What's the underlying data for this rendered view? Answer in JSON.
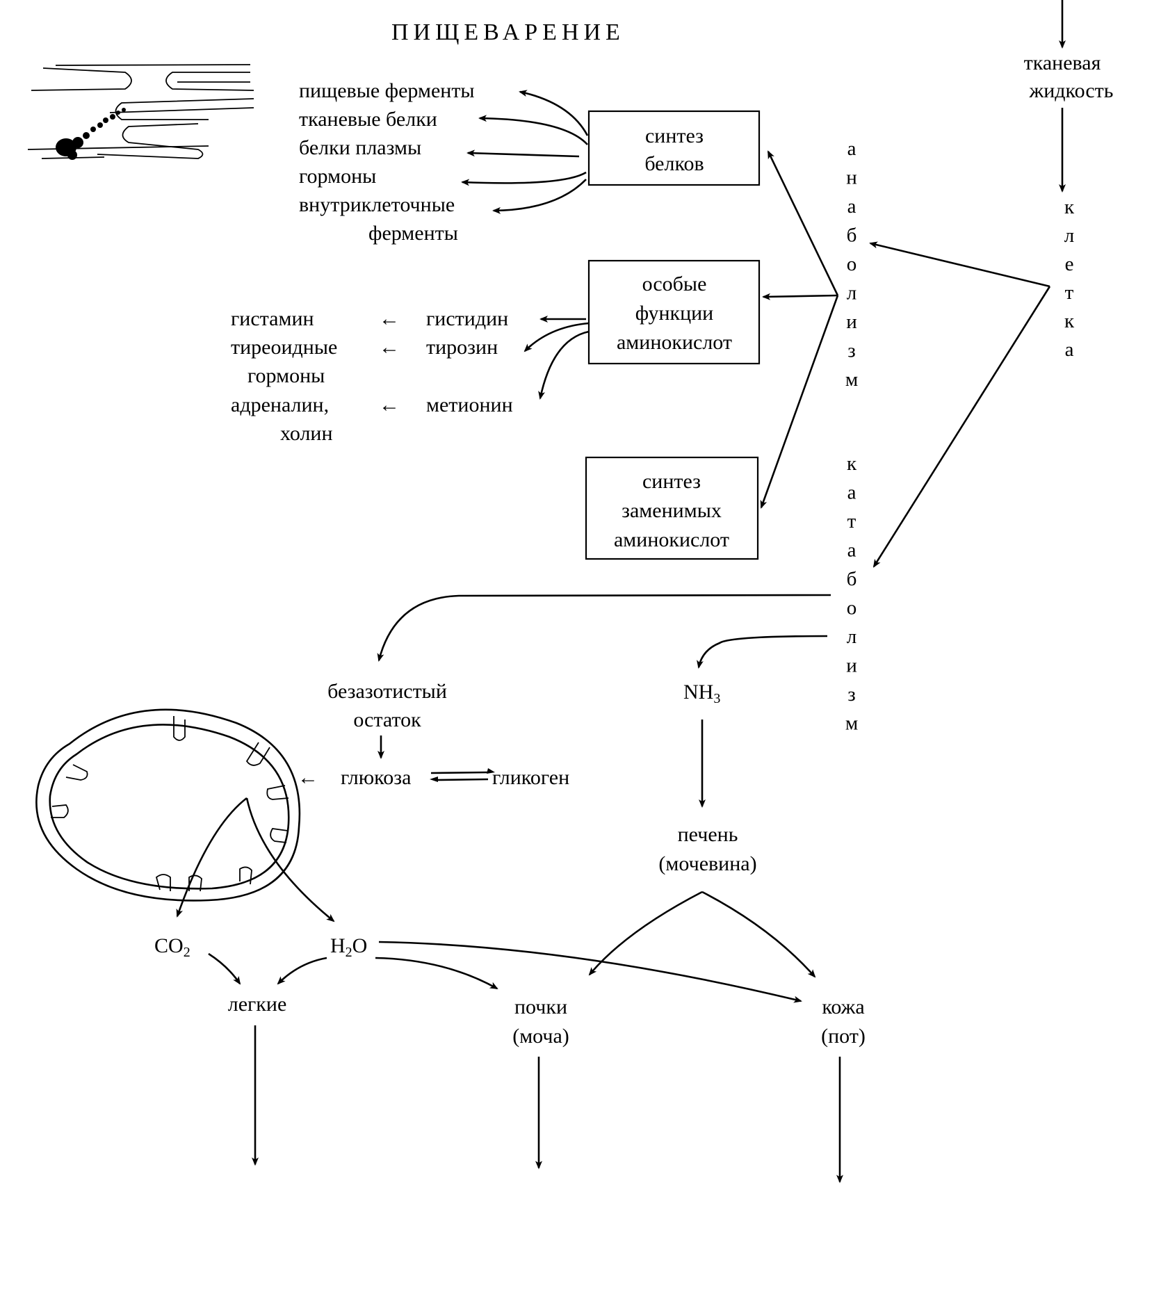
{
  "title": "ПИЩЕВАРЕНИЕ",
  "tissue_fluid": [
    "тканевая",
    "жидкость"
  ],
  "cell_vertical": "клетка",
  "anabolism_vertical": "анаболизм",
  "catabolism_vertical": "катаболизм",
  "boxes": {
    "protein_synthesis": [
      "синтез",
      "белков"
    ],
    "special_functions": [
      "особые",
      "функции",
      "аминокислот"
    ],
    "nonessential_synthesis": [
      "синтез",
      "заменимых",
      "аминокислот"
    ]
  },
  "protein_products": [
    "пищевые ферменты",
    "тканевые белки",
    "белки плазмы",
    "гормоны",
    "внутриклеточные",
    "ферменты"
  ],
  "amino_acids": [
    "гистидин",
    "тирозин",
    "метионин"
  ],
  "derivatives": [
    "гистамин",
    "тиреоидные",
    "гормоны",
    "адреналин,",
    "холин"
  ],
  "arrow_glyph": "←",
  "nitrogen_free": [
    "безазотистый",
    "остаток"
  ],
  "glucose": "глюкоза",
  "glycogen": "гликоген",
  "nh3": {
    "base": "NH",
    "sub": "3"
  },
  "liver": [
    "печень",
    "(мочевина)"
  ],
  "co2": {
    "base": "CO",
    "sub": "2"
  },
  "h2o": {
    "base": "H",
    "sub": "2",
    "tail": "O"
  },
  "lungs": "легкие",
  "kidneys": [
    "почки",
    "(моча)"
  ],
  "skin": [
    "кожа",
    "(пот)"
  ]
}
